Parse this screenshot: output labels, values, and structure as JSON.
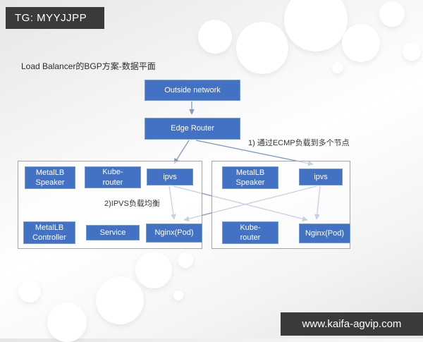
{
  "watermarks": {
    "tg_badge": "TG: MYYJJPP",
    "site_badge": "www.kaifa-agvip.com"
  },
  "slide": {
    "title": "Load Balancer的BGP方案-数据平面",
    "notes": {
      "ecmp": "1) 通过ECMP负载到多个节点",
      "ipvs_lb": "2)IPVS负载均衡"
    },
    "top": {
      "outside_network": "Outside network",
      "edge_router": "Edge Router"
    },
    "node1": {
      "metallb_speaker": "MetalLB\nSpeaker",
      "kube_router": "Kube-\nrouter",
      "ipvs": "ipvs",
      "metallb_controller": "MetalLB\nController",
      "service": "Service",
      "nginx_pod": "Nginx(Pod)"
    },
    "node2": {
      "metallb_speaker": "MetalLB\nSpeaker",
      "ipvs": "ipvs",
      "kube_router": "Kube-\nrouter",
      "nginx_pod": "Nginx(Pod)"
    }
  },
  "colors": {
    "box_fill": "#4372c4",
    "box_border": "#719bdc",
    "arrow": "#7f97c4",
    "badge_bg": "#3a3a3a",
    "group_border": "#a6a6a6"
  }
}
